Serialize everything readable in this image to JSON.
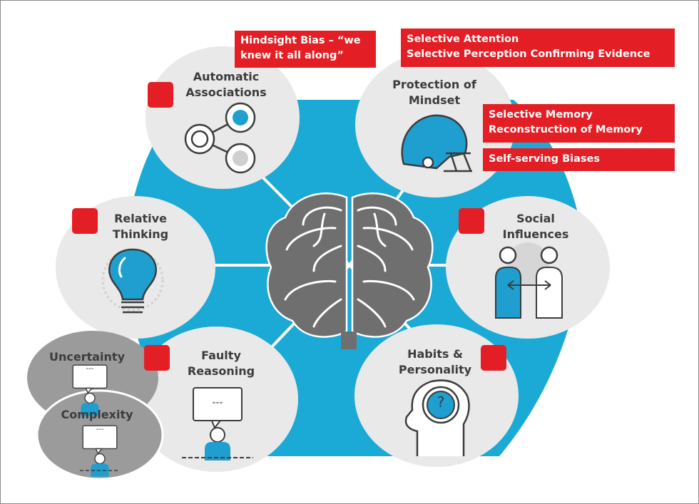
{
  "center": {
    "icon": "brain-icon"
  },
  "nodes": {
    "automatic_associations": {
      "title_line1": "Automatic",
      "title_line2": "Associations",
      "icon": "connection-nodes-icon"
    },
    "protection_of_mindset": {
      "title_line1": "Protection of",
      "title_line2": "Mindset",
      "icon": "football-helmet-icon"
    },
    "relative_thinking": {
      "title_line1": "Relative",
      "title_line2": "Thinking",
      "icon": "lightbulb-icon"
    },
    "social_influences": {
      "title_line1": "Social",
      "title_line2": "Influences",
      "icon": "two-people-icon"
    },
    "faulty_reasoning": {
      "title_line1": "Faulty",
      "title_line2": "Reasoning",
      "icon": "person-speech-bubble-icon"
    },
    "habits_personality": {
      "title_line1": "Habits &",
      "title_line2": "Personality",
      "icon": "head-question-icon"
    },
    "uncertainty": {
      "title": "Uncertainty",
      "icon": "person-speech-bubble-icon"
    },
    "complexity": {
      "title": "Complexity",
      "icon": "person-speech-bubble-icon"
    }
  },
  "tags": {
    "hindsight_line1": "Hindsight Bias – “we",
    "hindsight_line2": "knew it all along”",
    "selective_attention": "Selective Attention",
    "selective_perception": "Selective Perception Confirming Evidence",
    "selective_memory": "Selective Memory",
    "reconstruction_memory": "Reconstruction of Memory",
    "self_serving": "Self-serving Biases"
  },
  "bubble_text": "---",
  "colors": {
    "hub": "#1ba9d5",
    "node": "#e9e9e9",
    "grey_node": "#9b9b9b",
    "accent": "#e31e24",
    "icon_blue": "#1e9fcf",
    "brain": "#6f6f6f"
  }
}
